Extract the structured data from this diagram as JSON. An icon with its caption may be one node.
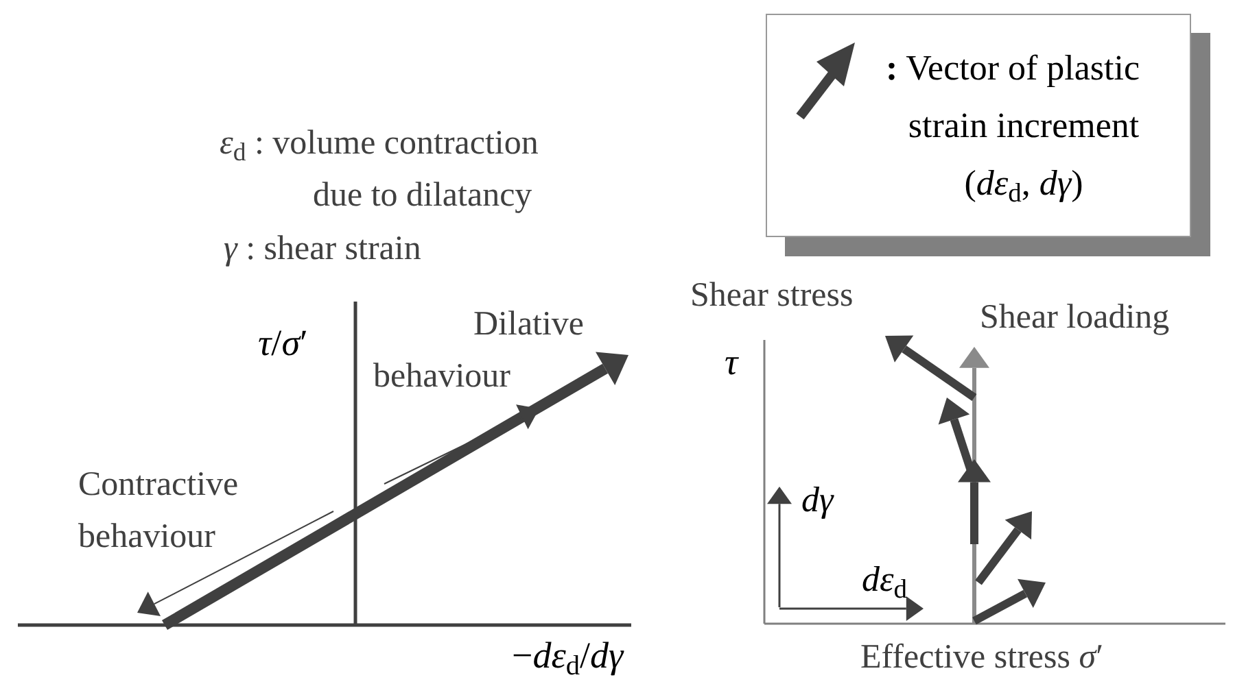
{
  "diagram": {
    "labels": [
      "*ε*$_{d}$ : volume contraction due to dilatancy",
      "*γ* : shear strain",
      "*τ*/*σ*′",
      "Dilative behaviour",
      "Contractive behaviour",
      "−*dε*$_{d}$/*dγ*",
      "Shear stress",
      "Shear loading",
      "*τ*",
      "*dγ*",
      "*dε*$_{d}$",
      "Effective stress *σ*′"
    ],
    "legend": [
      {
        "text": "**:** Vector of plastic strain increment (*dε*$_{d}$, *dγ*)"
      }
    ]
  }
}
